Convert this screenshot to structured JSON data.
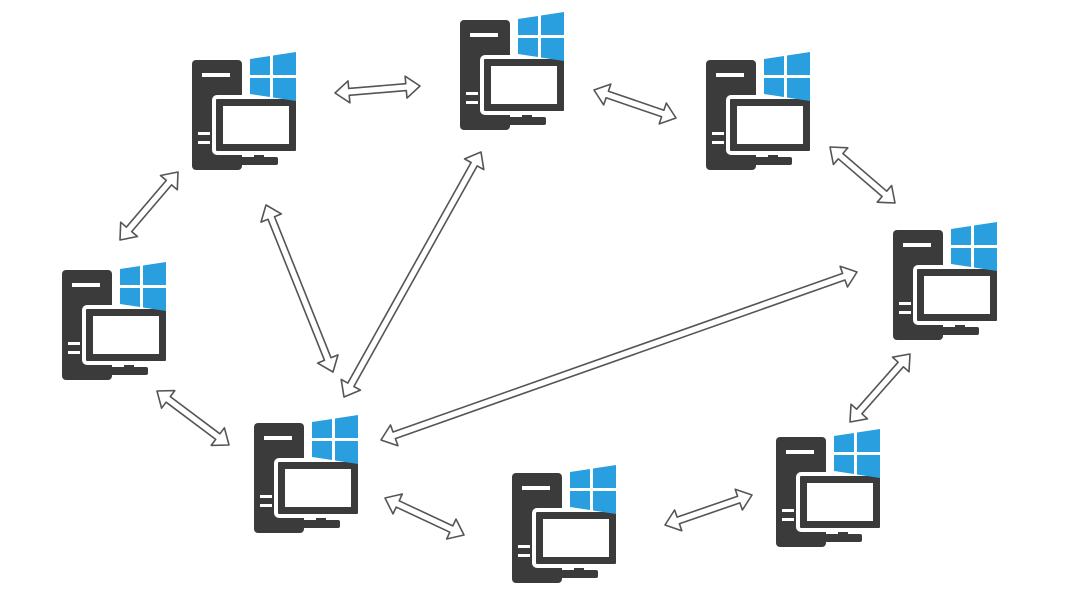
{
  "diagram": {
    "type": "network",
    "nodes": [
      {
        "id": "pc-1",
        "icon": "windows-desktop-computer-icon"
      },
      {
        "id": "pc-2",
        "icon": "windows-desktop-computer-icon"
      },
      {
        "id": "pc-3",
        "icon": "windows-desktop-computer-icon"
      },
      {
        "id": "pc-4",
        "icon": "windows-desktop-computer-icon"
      },
      {
        "id": "pc-5",
        "icon": "windows-desktop-computer-icon"
      },
      {
        "id": "pc-6",
        "icon": "windows-desktop-computer-icon"
      },
      {
        "id": "pc-7",
        "icon": "windows-desktop-computer-icon"
      },
      {
        "id": "pc-8",
        "icon": "windows-desktop-computer-icon"
      }
    ],
    "links": [
      {
        "from": "pc-1",
        "to": "pc-2",
        "style": "double-arrow"
      },
      {
        "from": "pc-2",
        "to": "pc-3",
        "style": "double-arrow"
      },
      {
        "from": "pc-3",
        "to": "pc-4",
        "style": "double-arrow"
      },
      {
        "from": "pc-1",
        "to": "pc-5",
        "style": "double-arrow"
      },
      {
        "from": "pc-5",
        "to": "pc-6",
        "style": "double-arrow"
      },
      {
        "from": "pc-1",
        "to": "pc-6",
        "style": "double-arrow"
      },
      {
        "from": "pc-2",
        "to": "pc-6",
        "style": "double-arrow"
      },
      {
        "from": "pc-4",
        "to": "pc-6",
        "style": "double-arrow"
      },
      {
        "from": "pc-6",
        "to": "pc-7",
        "style": "double-arrow"
      },
      {
        "from": "pc-7",
        "to": "pc-8",
        "style": "double-arrow"
      },
      {
        "from": "pc-8",
        "to": "pc-4",
        "style": "double-arrow"
      }
    ],
    "colors": {
      "computer": "#3b3b3b",
      "windows_logo": "#2a9fe0",
      "arrow_stroke": "#555555",
      "arrow_fill": "#ffffff",
      "background": "#ffffff"
    }
  }
}
